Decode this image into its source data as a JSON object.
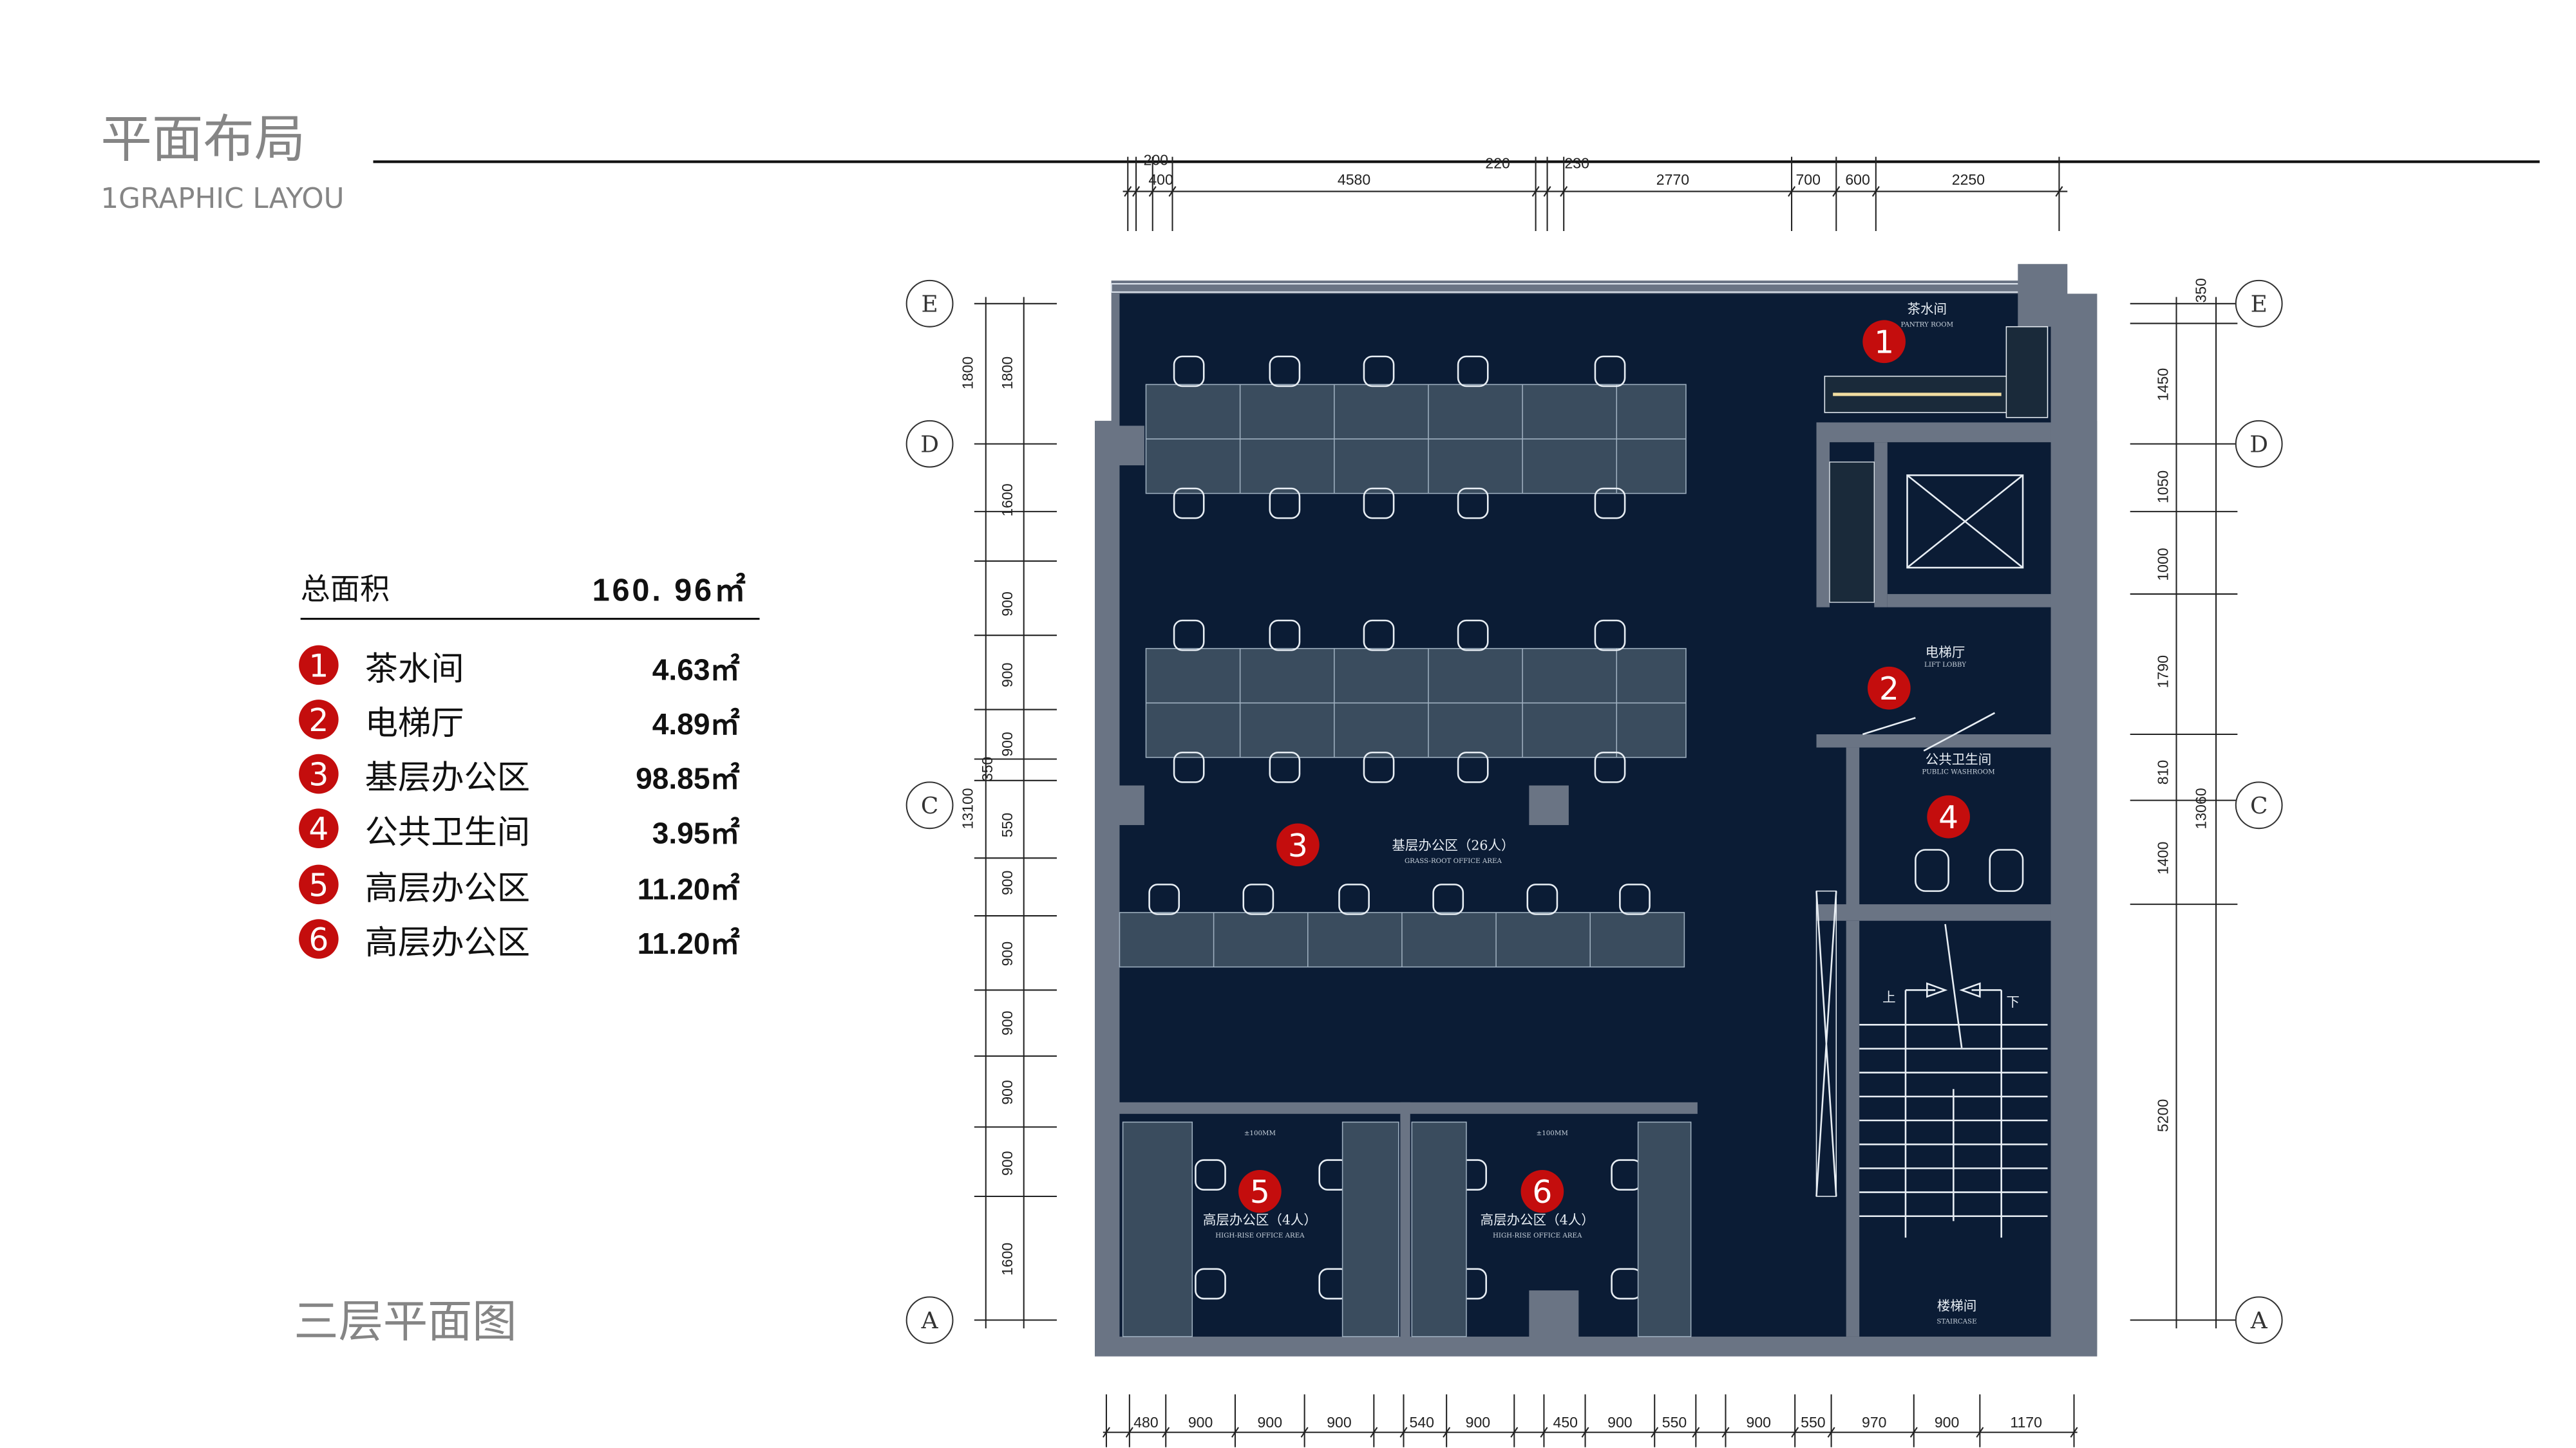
{
  "header": {
    "title": "平面布局",
    "subtitle": "1GRAPHIC LAYOU"
  },
  "legend": {
    "total_label": "总面积",
    "total_value": "160. 96㎡",
    "items": [
      {
        "num": "1",
        "name": "茶水间",
        "area": "4.63㎡"
      },
      {
        "num": "2",
        "name": "电梯厅",
        "area": "4.89㎡"
      },
      {
        "num": "3",
        "name": "基层办公区",
        "area": "98.85㎡"
      },
      {
        "num": "4",
        "name": "公共卫生间",
        "area": "3.95㎡"
      },
      {
        "num": "5",
        "name": "高层办公区",
        "area": "11.20㎡"
      },
      {
        "num": "6",
        "name": "高层办公区",
        "area": "11.20㎡"
      }
    ]
  },
  "plan_title": "三层平面图",
  "rooms": {
    "pantry": {
      "cn": "茶水间",
      "en": "PANTRY ROOM"
    },
    "lobby": {
      "cn": "电梯厅",
      "en": "LIFT LOBBY"
    },
    "office": {
      "cn": "基层办公区（26人）",
      "en": "GRASS-ROOT OFFICE AREA"
    },
    "washroom": {
      "cn": "公共卫生间",
      "en": "PUBLIC WASHROOM"
    },
    "senior5": {
      "cn": "高层办公区（4人）",
      "en": "HIGH-RISE OFFICE AREA",
      "note": "±100MM"
    },
    "senior6": {
      "cn": "高层办公区（4人）",
      "en": "HIGH-RISE OFFICE AREA",
      "note": "±100MM"
    },
    "stair": {
      "cn": "楼梯间",
      "en": "STAIRCASE",
      "up": "上",
      "down": "下"
    }
  },
  "axes": {
    "left": [
      "E",
      "D",
      "C",
      "A"
    ],
    "right": [
      "E",
      "D",
      "C",
      "A"
    ]
  },
  "dimensions": {
    "top": [
      "200",
      "400",
      "4580",
      "220",
      "230",
      "2770",
      "700",
      "600",
      "2250"
    ],
    "bottom": [
      "480",
      "900",
      "900",
      "900",
      "540",
      "900",
      "450",
      "900",
      "550",
      "900",
      "550",
      "970",
      "900",
      "1170"
    ],
    "left_outer": [
      "1800",
      "13100"
    ],
    "left_inner": [
      "1800",
      "1600",
      "900",
      "900",
      "900",
      "350",
      "550",
      "900",
      "900",
      "900",
      "900",
      "900",
      "1600"
    ],
    "right": [
      "350",
      "1450",
      "1050",
      "1000",
      "1790",
      "810",
      "1400",
      "5200",
      "13060"
    ]
  },
  "colors": {
    "marker": "#c40d0d",
    "floor": "#0b1c35",
    "wall": "#6a7484",
    "title": "#858585"
  }
}
